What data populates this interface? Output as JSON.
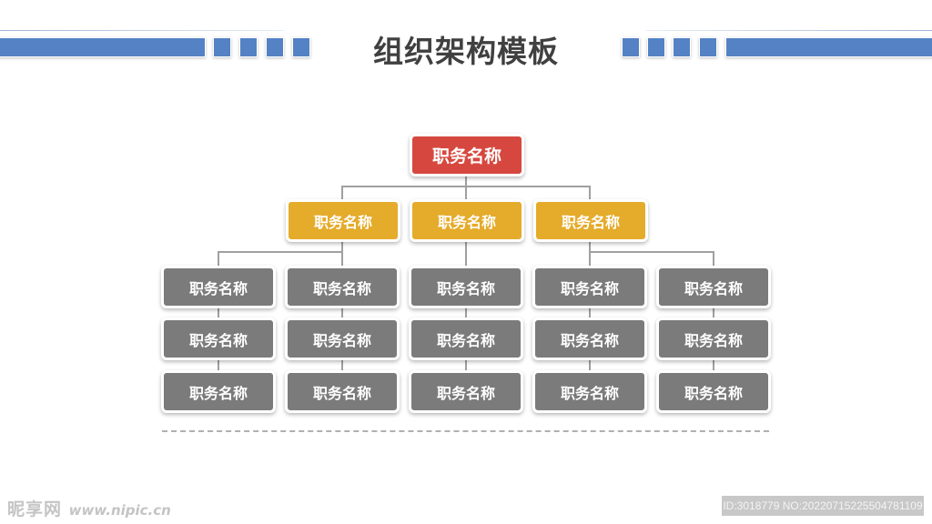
{
  "header": {
    "title": "组织架构模板",
    "accent_color": "#5482C4"
  },
  "colors": {
    "top": "#D6483F",
    "mid": "#E5AB2A",
    "leaf": "#7B7B7B",
    "connector": "#A0A0A0"
  },
  "org": {
    "root": {
      "label": "职务名称"
    },
    "managers": [
      {
        "label": "职务名称"
      },
      {
        "label": "职务名称"
      },
      {
        "label": "职务名称"
      }
    ],
    "columns": [
      {
        "items": [
          "职务名称",
          "职务名称",
          "职务名称"
        ]
      },
      {
        "items": [
          "职务名称",
          "职务名称",
          "职务名称"
        ]
      },
      {
        "items": [
          "职务名称",
          "职务名称",
          "职务名称"
        ]
      },
      {
        "items": [
          "职务名称",
          "职务名称",
          "职务名称"
        ]
      },
      {
        "items": [
          "职务名称",
          "职务名称",
          "职务名称"
        ]
      }
    ]
  },
  "watermark": {
    "site": "昵享网",
    "url": "www.nipic.cn",
    "id_text": "ID:3018779 NO:20220715225504781109"
  }
}
